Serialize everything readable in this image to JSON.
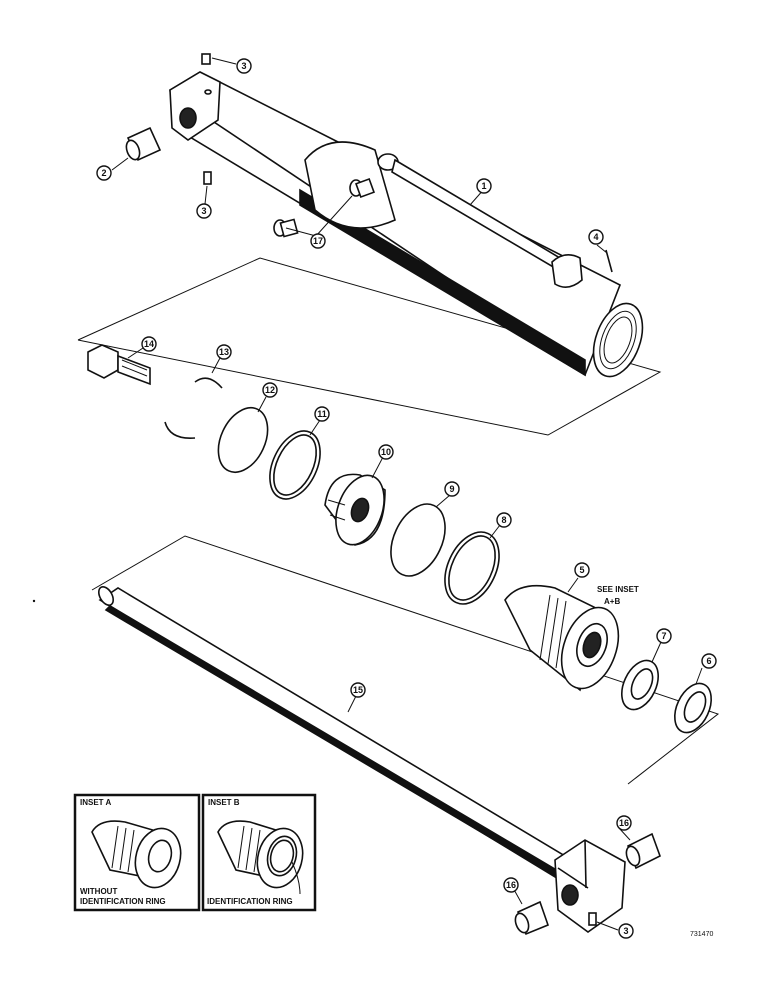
{
  "callouts": {
    "c1": "1",
    "c2": "2",
    "c3a": "3",
    "c3b": "3",
    "c3c": "3",
    "c4": "4",
    "c5": "5",
    "c6": "6",
    "c7": "7",
    "c8": "8",
    "c9": "9",
    "c10": "10",
    "c11": "11",
    "c12": "12",
    "c13": "13",
    "c14": "14",
    "c15": "15",
    "c16a": "16",
    "c16b": "16",
    "c17": "17"
  },
  "notes": {
    "see_inset_line1": "SEE  INSET",
    "see_inset_line2": "A+B"
  },
  "insets": {
    "a": {
      "title": "INSET A",
      "caption_line1": "WITHOUT",
      "caption_line2": "IDENTIFICATION RING"
    },
    "b": {
      "title": "INSET B",
      "caption_line1": "",
      "caption_line2": "IDENTIFICATION RING"
    }
  },
  "figure_number": "731470"
}
